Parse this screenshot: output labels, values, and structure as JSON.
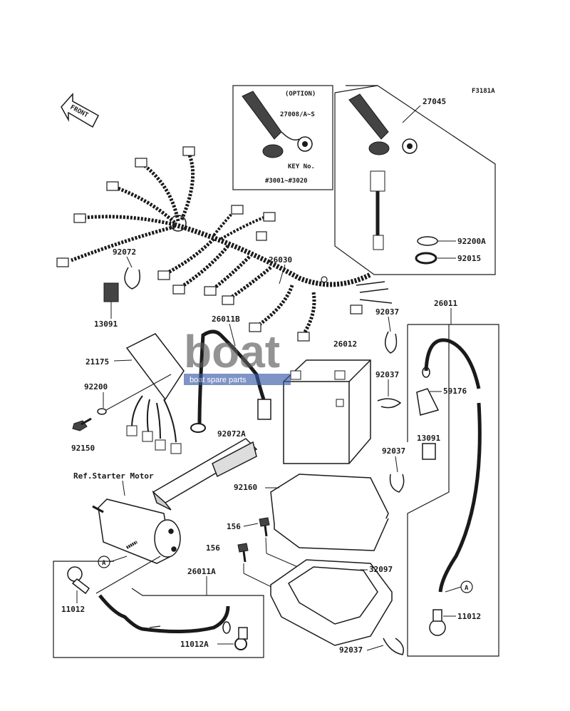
{
  "figure_code": "F3181A",
  "front_label": "FRONT",
  "option_box": {
    "title": "(OPTION)",
    "part": "27008/A~S",
    "key_label": "KEY No.",
    "key_range": "#3001~#3020"
  },
  "ref_starter": "Ref.Starter Motor",
  "circle_marker": "A",
  "watermark": {
    "brand": "boat",
    "tagline": "boat spare parts"
  },
  "parts": {
    "p27045": "27045",
    "p92200A": "92200A",
    "p92015": "92015",
    "p92072_top": "92072",
    "p13091_left": "13091",
    "p26030": "26030",
    "p26011B": "26011B",
    "p92037_a": "92037",
    "p26011": "26011",
    "p26012": "26012",
    "p21175": "21175",
    "p92037_b": "92037",
    "p59176": "59176",
    "p92200": "92200",
    "p92150": "92150",
    "p92072A": "92072A",
    "p92037_c": "92037",
    "p13091_right": "13091",
    "p92160": "92160",
    "p156_a": "156",
    "p156_b": "156",
    "p32097": "32097",
    "p26011A": "26011A",
    "p11012_left": "11012",
    "p11012_right": "11012",
    "p11012A": "11012A",
    "p92037_d": "92037"
  },
  "colors": {
    "line": "#1a1a1a",
    "watermark": "#5a5a5a",
    "watermark_blue": "#3a5aa8"
  }
}
